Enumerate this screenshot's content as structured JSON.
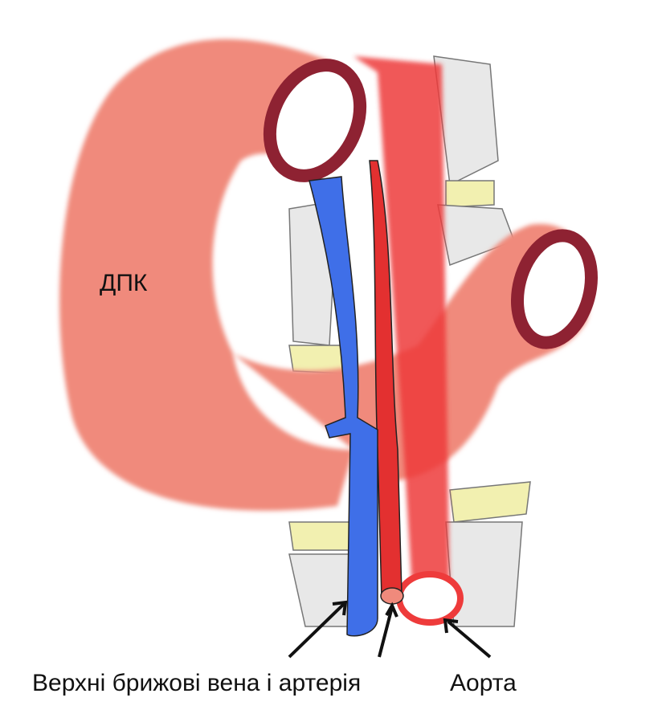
{
  "labels": {
    "duodenum": "ДПК",
    "superior_mesenteric": "Верхні брижові вена і артерія",
    "aorta": "Аорта"
  },
  "colors": {
    "duodenum": "#f08a7c",
    "duodenum_rim": "#8e2232",
    "vein": "#3f6fe8",
    "artery": "#ee3b3b",
    "vertebra": "#e6e6e6",
    "disc": "#f2f0b0"
  }
}
